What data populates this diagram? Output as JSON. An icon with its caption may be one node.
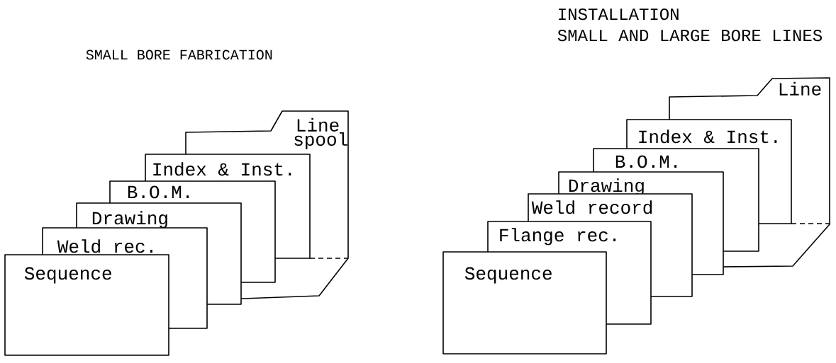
{
  "diagram": {
    "nodes": [
      {
        "text": [
          "Line spool"
        ]
      },
      {
        "text": [
          "Index & Inst."
        ]
      },
      {
        "text": [
          "B.O.M."
        ]
      },
      {
        "text": [
          "Drawing"
        ]
      },
      {
        "text": [
          "Weld rec."
        ]
      },
      {
        "text": [
          "Sequence"
        ]
      },
      {
        "text": [
          "Line"
        ]
      },
      {
        "text": [
          "Index & Inst."
        ]
      },
      {
        "text": [
          "B.O.M."
        ]
      },
      {
        "text": [
          "Drawing"
        ]
      },
      {
        "text": [
          "Weld record"
        ]
      },
      {
        "text": [
          "Flange rec."
        ]
      },
      {
        "text": [
          "Sequence"
        ]
      }
    ],
    "labels": [
      "INSTALLATION",
      "SMALL AND LARGE BORE LINES",
      "SMALL BORE FABRICATION"
    ]
  }
}
